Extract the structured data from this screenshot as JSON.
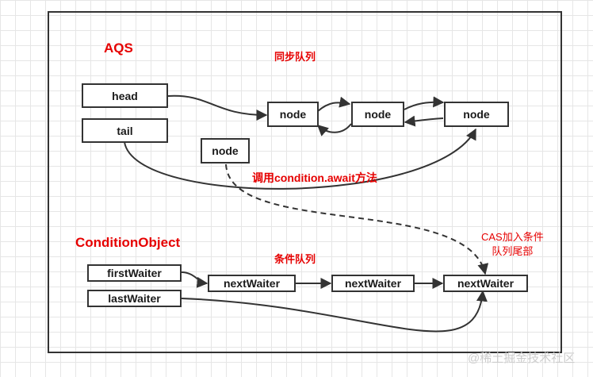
{
  "aqs": {
    "title": "AQS",
    "sync_queue_label": "同步队列",
    "head": "head",
    "tail": "tail",
    "nodes": [
      "node",
      "node",
      "node"
    ],
    "new_node": "node",
    "await_label": "调用condition.await方法"
  },
  "condition": {
    "title": "ConditionObject",
    "queue_label": "条件队列",
    "first_waiter": "firstWaiter",
    "last_waiter": "lastWaiter",
    "waiters": [
      "nextWaiter",
      "nextWaiter",
      "nextWaiter"
    ],
    "cas_label_line1": "CAS加入条件",
    "cas_label_line2": "队列尾部"
  },
  "watermark": "@稀土掘金技术社区",
  "colors": {
    "accent": "#e60000",
    "stroke": "#333333"
  }
}
